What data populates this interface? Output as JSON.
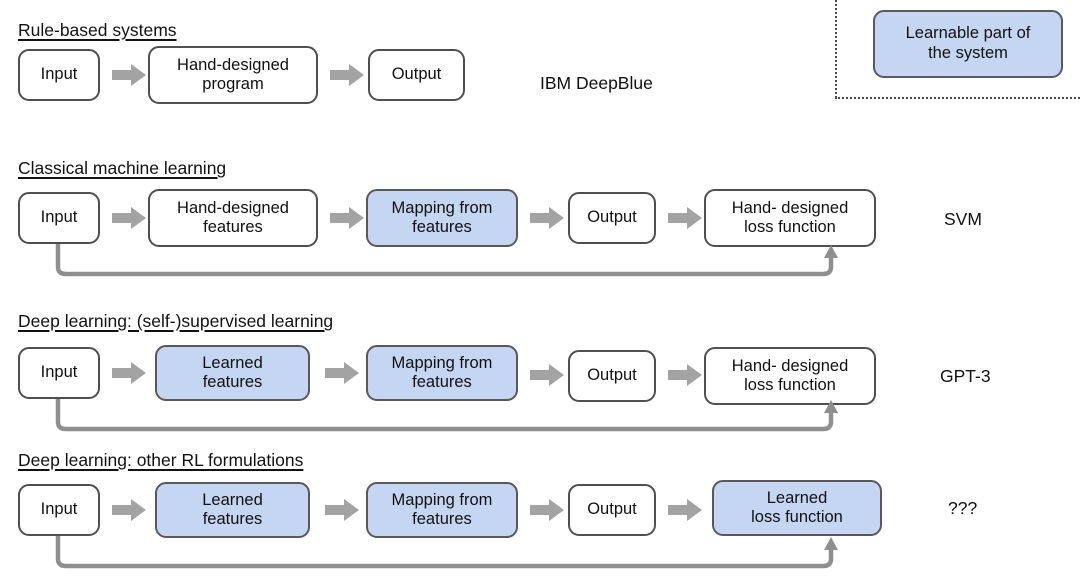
{
  "legend": {
    "label": "Learnable part of\nthe system",
    "fill_color": "#c5d6f2",
    "border_color": "#5a5a5a"
  },
  "palette": {
    "box_border": "#4f4f4f",
    "box_fill": "#ffffff",
    "learnable_fill": "#c5d6f2",
    "arrow_gray": "#a3a3a3",
    "loop_gray": "#8f8f8f",
    "text": "#111111"
  },
  "rows": [
    {
      "title": "Rule-based systems",
      "example": "IBM DeepBlue",
      "has_feedback_loop": false,
      "nodes": [
        {
          "label": "Input",
          "learnable": false
        },
        {
          "label": "Hand-designed\nprogram",
          "learnable": false
        },
        {
          "label": "Output",
          "learnable": false
        }
      ]
    },
    {
      "title": "Classical machine learning",
      "example": "SVM",
      "has_feedback_loop": true,
      "nodes": [
        {
          "label": "Input",
          "learnable": false
        },
        {
          "label": "Hand-designed\nfeatures",
          "learnable": false
        },
        {
          "label": "Mapping from\nfeatures",
          "learnable": true
        },
        {
          "label": "Output",
          "learnable": false
        },
        {
          "label": "Hand- designed\nloss function",
          "learnable": false
        }
      ]
    },
    {
      "title": "Deep learning: (self-)supervised learning",
      "example": "GPT-3",
      "has_feedback_loop": true,
      "nodes": [
        {
          "label": "Input",
          "learnable": false
        },
        {
          "label": "Learned\nfeatures",
          "learnable": true
        },
        {
          "label": "Mapping from\nfeatures",
          "learnable": true
        },
        {
          "label": "Output",
          "learnable": false
        },
        {
          "label": "Hand- designed\nloss function",
          "learnable": false
        }
      ]
    },
    {
      "title": "Deep learning: other RL formulations",
      "example": "???",
      "has_feedback_loop": true,
      "nodes": [
        {
          "label": "Input",
          "learnable": false
        },
        {
          "label": "Learned\nfeatures",
          "learnable": true
        },
        {
          "label": "Mapping from\nfeatures",
          "learnable": true
        },
        {
          "label": "Output",
          "learnable": false
        },
        {
          "label": "Learned\nloss function",
          "learnable": true
        }
      ]
    }
  ]
}
